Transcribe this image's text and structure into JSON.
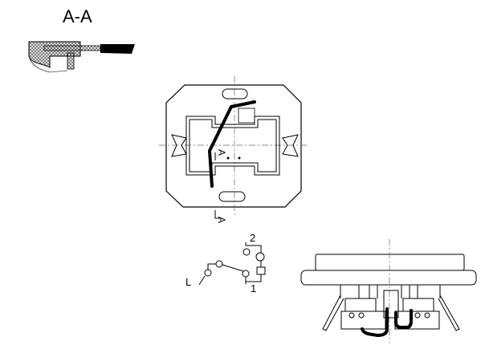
{
  "section": {
    "title": "A-A"
  },
  "front_view": {
    "section_mark_top": "A",
    "section_mark_bottom": "A"
  },
  "schematic": {
    "terminal_2": "2",
    "terminal_1": "1",
    "line_label": "L"
  },
  "colors": {
    "line": "#000000",
    "hatch": "#444444",
    "centerline": "#666666"
  }
}
